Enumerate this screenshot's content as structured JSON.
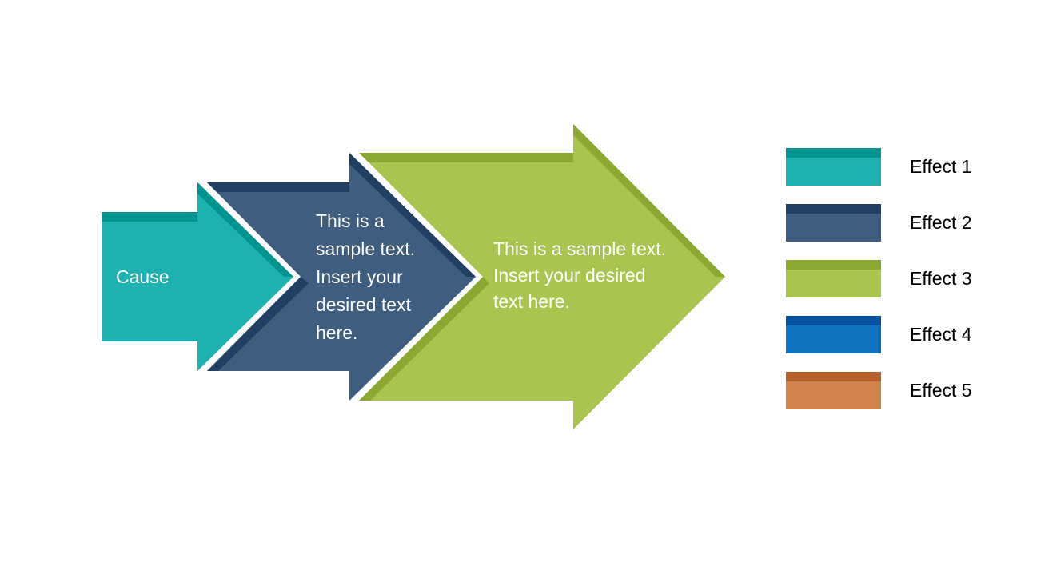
{
  "cause": {
    "label": "Cause",
    "color": "#1db2b0",
    "shade": "#00948f"
  },
  "arrow2": {
    "text": "This is a\nsample text.\nInsert your\ndesired text\nhere.",
    "color": "#3f5d7e",
    "shade": "#213f62"
  },
  "arrow3": {
    "text": "This is a sample text.\nInsert your desired\ntext here.",
    "color": "#aac54f",
    "shade": "#8aa832"
  },
  "legend": [
    {
      "label": "Effect 1",
      "color": "#1db2b0",
      "shade": "#00948f"
    },
    {
      "label": "Effect 2",
      "color": "#3f5d7e",
      "shade": "#213f62"
    },
    {
      "label": "Effect 3",
      "color": "#aac54f",
      "shade": "#8aa832"
    },
    {
      "label": "Effect 4",
      "color": "#1172be",
      "shade": "#0452a0"
    },
    {
      "label": "Effect 5",
      "color": "#d1834d",
      "shade": "#b5622f"
    }
  ]
}
